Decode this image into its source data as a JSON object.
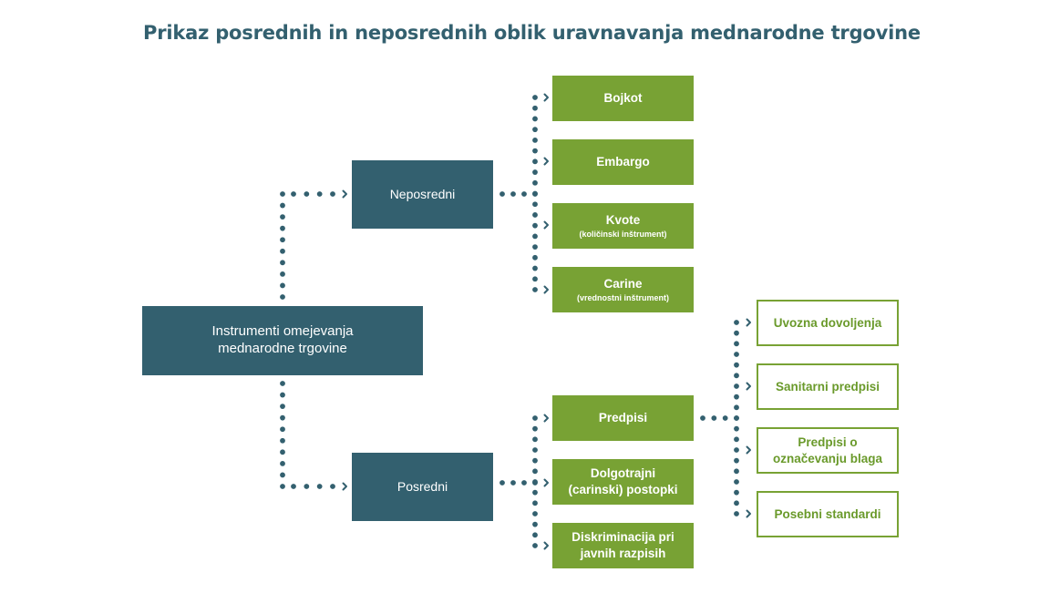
{
  "title": "Prikaz posrednih in neposrednih oblik uravnavanja mednarodne trgovine",
  "colors": {
    "title": "#33606f",
    "dark_box": "#33606f",
    "green_box": "#78a234",
    "outline": "#78a234",
    "connector": "#33606f"
  },
  "root": {
    "line1": "Instrumenti omejevanja",
    "line2": "mednarodne trgovine"
  },
  "direct": {
    "label": "Neposredni",
    "items": [
      {
        "label": "Bojkot",
        "note": ""
      },
      {
        "label": "Embargo",
        "note": ""
      },
      {
        "label": "Kvote",
        "note": "(količinski inštrument)"
      },
      {
        "label": "Carine",
        "note": "(vrednostni inštrument)"
      }
    ]
  },
  "indirect": {
    "label": "Posredni",
    "items": [
      {
        "line1": "Predpisi",
        "line2": ""
      },
      {
        "line1": "Dolgotrajni",
        "line2": "(carinski) postopki"
      },
      {
        "line1": "Diskriminacija pri",
        "line2": "javnih razpisih"
      }
    ]
  },
  "regulations": {
    "items": [
      {
        "line1": "Uvozna dovoljenja",
        "line2": ""
      },
      {
        "line1": "Sanitarni predpisi",
        "line2": ""
      },
      {
        "line1": "Predpisi o",
        "line2": "označevanju blaga"
      },
      {
        "line1": "Posebni standardi",
        "line2": ""
      }
    ]
  }
}
